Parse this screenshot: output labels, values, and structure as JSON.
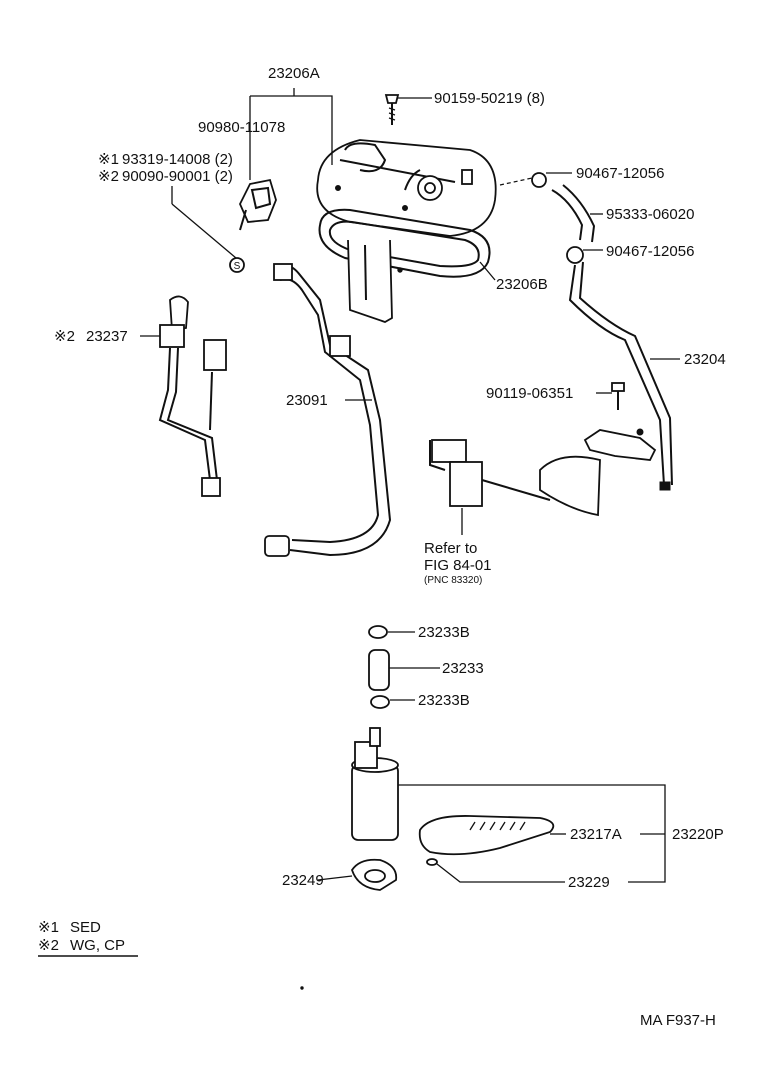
{
  "labels": {
    "p23206A": "23206A",
    "p90159": "90159-50219 (8)",
    "p90980": "90980-11078",
    "note1_part": "93319-14008 (2)",
    "note2_part": "90090-90001 (2)",
    "p90467_top": "90467-12056",
    "p95333": "95333-06020",
    "p90467_bot": "90467-12056",
    "p23206B": "23206B",
    "p23237": "23237",
    "p23204": "23204",
    "p23091": "23091",
    "p90119": "90119-06351",
    "refer_line1": "Refer to",
    "refer_line2": "FIG 84-01",
    "refer_line3": "(PNC 83320)",
    "p23233B_top": "23233B",
    "p23233": "23233",
    "p23233B_bot": "23233B",
    "p23217A": "23217A",
    "p23220P": "23220P",
    "p23249": "23249",
    "p23229": "23229",
    "s_mark": "S"
  },
  "legend": {
    "mark1": "※1",
    "mark2": "※2",
    "note1": "SED",
    "note2": "WG, CP"
  },
  "footer": {
    "code": "MA  F937-H"
  }
}
